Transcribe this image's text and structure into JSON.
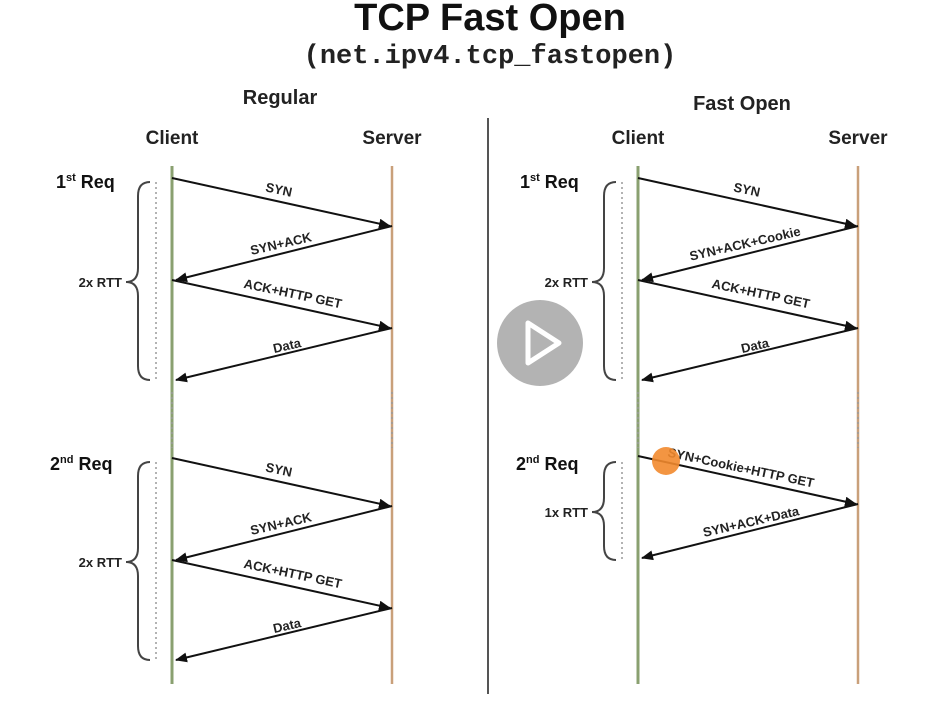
{
  "title": "TCP Fast Open",
  "subtitle": "(net.ipv4.tcp_fastopen)",
  "regular": {
    "heading": "Regular",
    "client_label": "Client",
    "server_label": "Server",
    "req1_label": "1",
    "req1_sup": "st",
    "req1_suffix": " Req",
    "req2_label": "2",
    "req2_sup": "nd",
    "req2_suffix": " Req",
    "rtt1": "2x RTT",
    "rtt2": "2x RTT",
    "req1_msgs": [
      "SYN",
      "SYN+ACK",
      "ACK+HTTP GET",
      "Data"
    ],
    "req2_msgs": [
      "SYN",
      "SYN+ACK",
      "ACK+HTTP GET",
      "Data"
    ]
  },
  "fast": {
    "heading": "Fast Open",
    "client_label": "Client",
    "server_label": "Server",
    "req1_label": "1",
    "req1_sup": "st",
    "req1_suffix": " Req",
    "req2_label": "2",
    "req2_sup": "nd",
    "req2_suffix": " Req",
    "rtt1": "2x RTT",
    "rtt2": "1x RTT",
    "req1_msgs": [
      "SYN",
      "SYN+ACK+Cookie",
      "ACK+HTTP GET",
      "Data"
    ],
    "req2_msgs": [
      "SYN+Cookie+HTTP GET",
      "SYN+ACK+Data"
    ]
  },
  "colors": {
    "client_line": "#8aa070",
    "server_line": "#c9a07a",
    "play_button": "#a8a8a8",
    "cursor_dot": "#f28a2e"
  },
  "icons": {
    "play": "play-icon",
    "cursor": "cursor-highlight-icon"
  }
}
